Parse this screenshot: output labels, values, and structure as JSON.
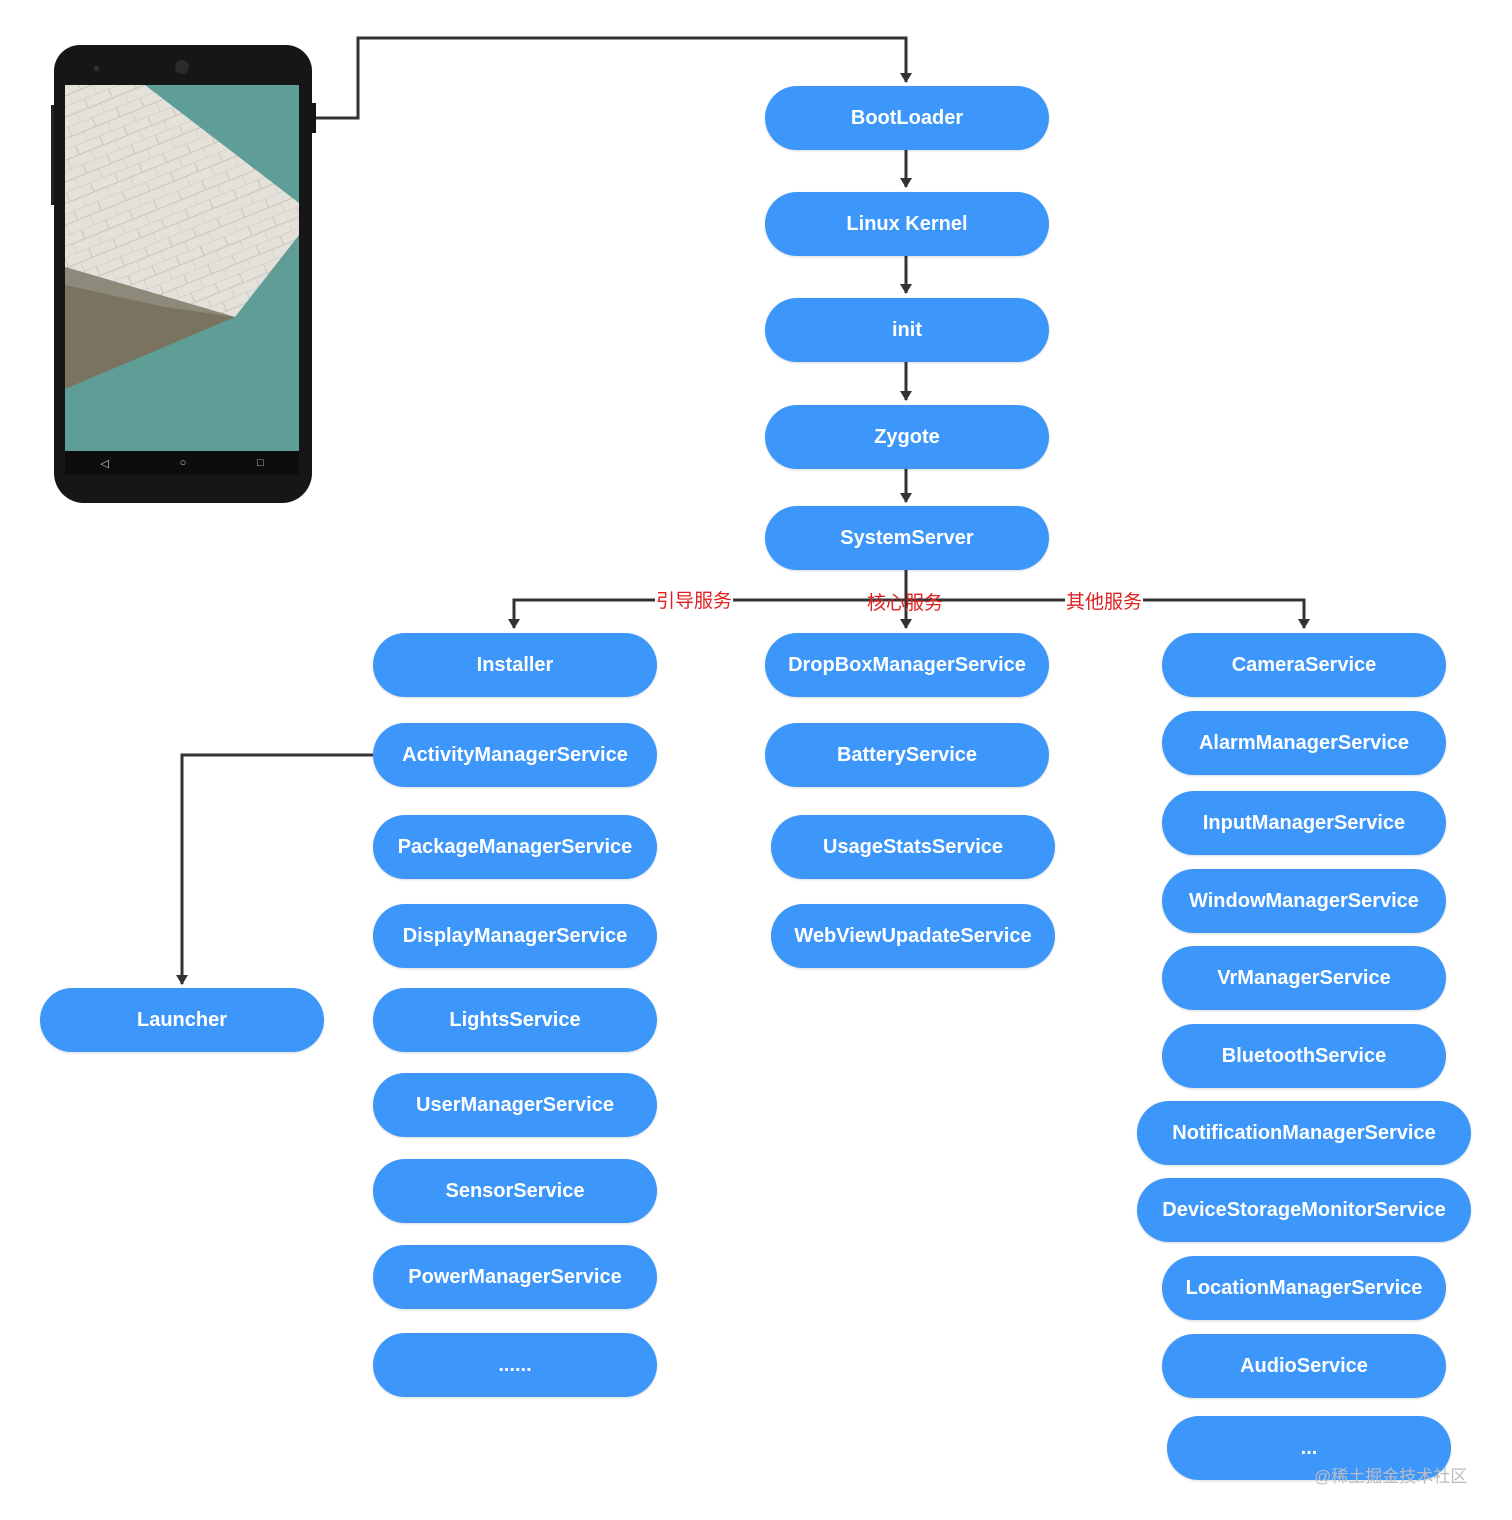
{
  "nodes": {
    "bootloader": "BootLoader",
    "linux_kernel": "Linux Kernel",
    "init": "init",
    "zygote": "Zygote",
    "system_server": "SystemServer",
    "launcher": "Launcher",
    "bootstrap_services": [
      "Installer",
      "ActivityManagerService",
      "PackageManagerService",
      "DisplayManagerService",
      "LightsService",
      "UserManagerService",
      "SensorService",
      "PowerManagerService",
      "......"
    ],
    "core_services": [
      "DropBoxManagerService",
      "BatteryService",
      "UsageStatsService",
      "WebViewUpadateService"
    ],
    "other_services": [
      "CameraService",
      "AlarmManagerService",
      "InputManagerService",
      "WindowManagerService",
      "VrManagerService",
      "BluetoothService",
      "NotificationManagerService",
      "DeviceStorageMonitorService",
      "LocationManagerService",
      "AudioService",
      "..."
    ]
  },
  "edge_labels": {
    "bootstrap": "引导服务",
    "core": "核心服务",
    "other": "其他服务"
  },
  "watermark": "@稀土掘金技术社区",
  "phone": {
    "nav_back": "◁",
    "nav_home": "○",
    "nav_recent": "□"
  },
  "colors": {
    "node_fill": "#3d97fb",
    "node_text": "#ffffff",
    "connector": "#333333",
    "edge_label": "#e02020"
  }
}
